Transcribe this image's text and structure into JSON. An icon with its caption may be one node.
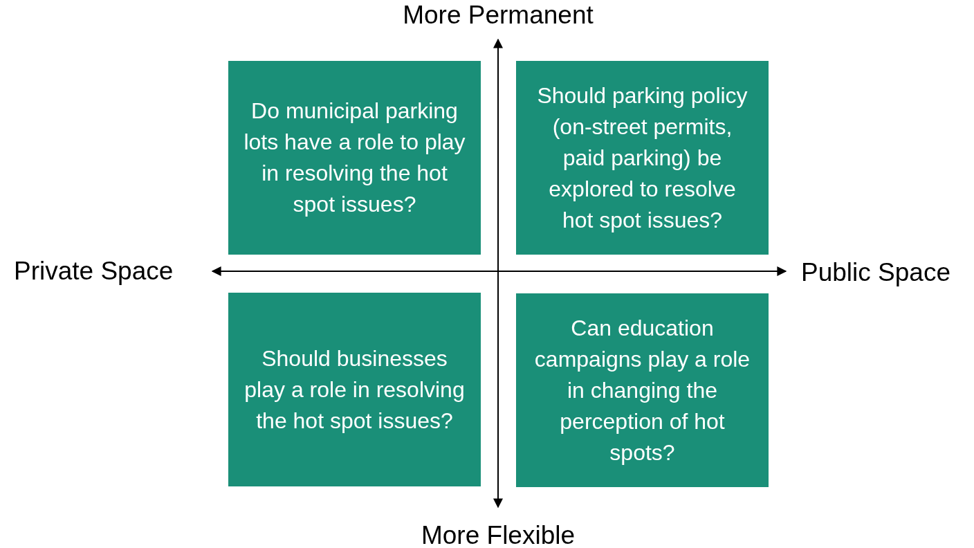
{
  "diagram": {
    "nodes": [
      {
        "text": [
          "Do municipal parking lots have a role to play in resolving the hot spot issues?"
        ]
      },
      {
        "text": [
          "Should parking policy (on-street permits, paid parking) be explored to resolve hot spot issues?"
        ]
      },
      {
        "text": [
          "Should businesses play a role in resolving the hot spot issues?"
        ]
      },
      {
        "text": [
          "Can education campaigns play a role in changing the perception of hot spots?"
        ]
      }
    ],
    "labels": [
      "More Permanent",
      "Private Space",
      "Public Space",
      "More Flexible"
    ]
  }
}
